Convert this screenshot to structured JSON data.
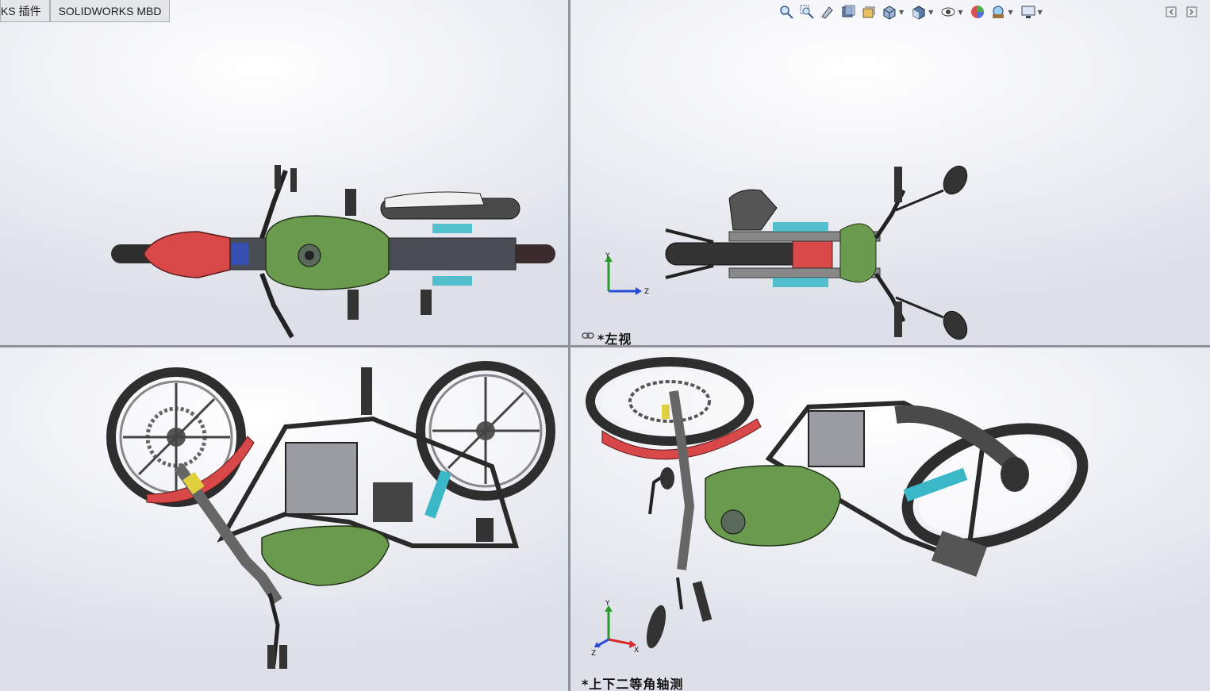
{
  "tabs": [
    {
      "label": "KS 插件"
    },
    {
      "label": "SOLIDWORKS MBD"
    }
  ],
  "toolbar": {
    "icons": [
      "zoom-to-fit-icon",
      "zoom-to-area-icon",
      "previous-view-icon",
      "section-view-icon",
      "dynamic-annotation-view-icon",
      "view-orientation-icon",
      "display-style-icon",
      "hide-show-items-icon",
      "edit-appearance-icon",
      "apply-scene-icon",
      "view-settings-icon"
    ]
  },
  "viewports": {
    "top_right": {
      "label": "*左视",
      "triad": {
        "y": "Y",
        "z": "Z"
      }
    },
    "bottom_right": {
      "label": "*上下二等角轴测",
      "triad": {
        "y": "Y",
        "x": "X",
        "z": "Z"
      }
    }
  },
  "colors": {
    "tank_green": "#6a9a4e",
    "fender_red": "#d84848",
    "frame_dark": "#2a2a2a",
    "spring_cyan": "#3ab8c8",
    "background": "#eef0f5"
  }
}
